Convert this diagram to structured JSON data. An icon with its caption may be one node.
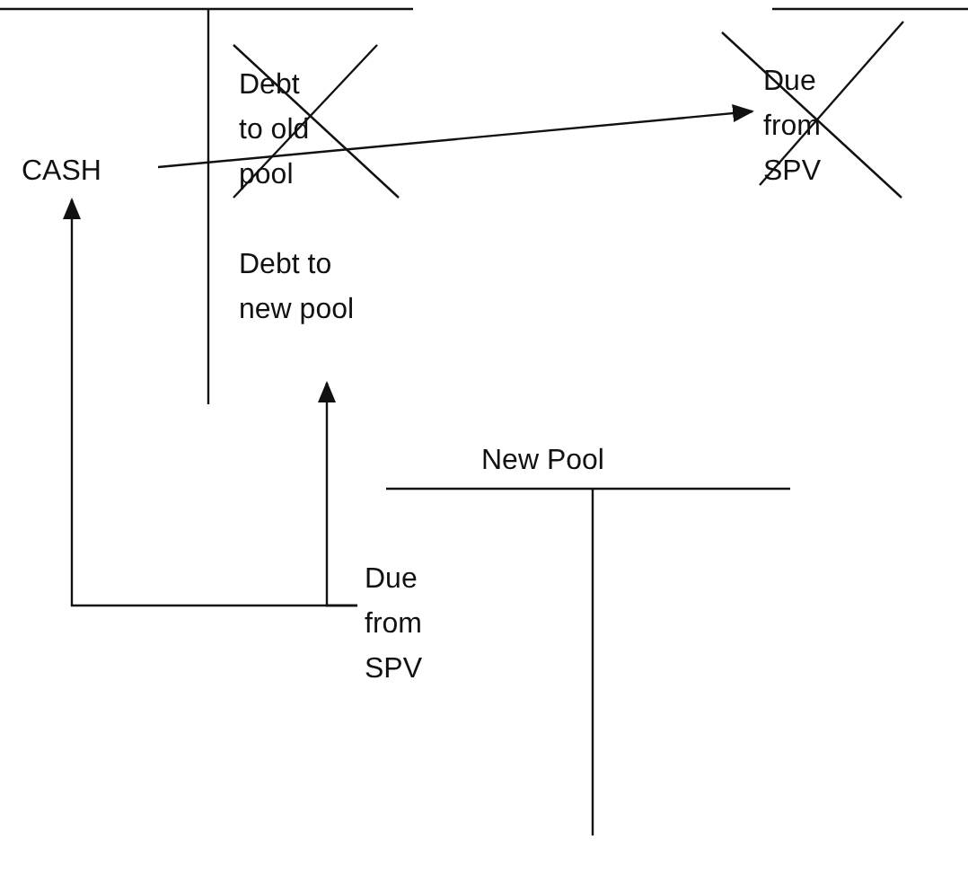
{
  "diagram": {
    "nodes": [
      {
        "text": [
          "CASH"
        ]
      },
      {
        "text": [
          "Debt to old pool"
        ]
      },
      {
        "text": [
          "Due from SPV"
        ]
      },
      {
        "text": [
          "Debt to new pool"
        ]
      },
      {
        "text": [
          "Due from SPV"
        ]
      }
    ],
    "edges": [
      {
        "from": 0,
        "to": 2,
        "arrow": "to"
      },
      {
        "from": 4,
        "to": 0,
        "arrow": "to"
      },
      {
        "from": 4,
        "to": 3,
        "arrow": "to"
      }
    ],
    "labels": [
      "New Pool"
    ]
  }
}
